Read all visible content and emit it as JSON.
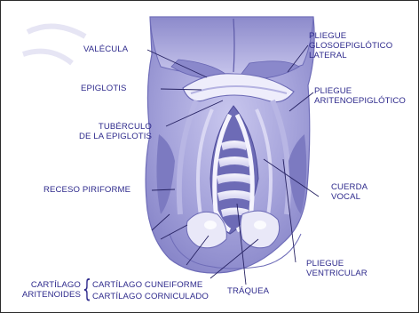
{
  "labels": {
    "valecula": "VALÉCULA",
    "epiglotis": "EPIGLOTIS",
    "tuberculo": [
      "TUBÉRCULO",
      "DE LA EPIGLOTIS"
    ],
    "receso_piriforme": "RECESO PIRIFORME",
    "pliegue_glosoepiglotico": [
      "PLIEGUE",
      "GLOSOEPIGLÓTICO",
      "LATERAL"
    ],
    "pliegue_aritenoepiglotico": [
      "PLIEGUE",
      "ARITENOEPIGLÓTICO"
    ],
    "cuerda_vocal": [
      "CUERDA",
      "VOCAL"
    ],
    "pliegue_ventricular": [
      "PLIEGUE",
      "VENTRICULAR"
    ],
    "traquea": "TRÁQUEA",
    "cartilago_aritenoides": [
      "CARTÍLAGO",
      "ARITENOIDES"
    ],
    "cartilago_cuneiforme": "CARTÍLAGO CUNEIFORME",
    "cartilago_corniculado": "CARTÍLAGO CORNICULADO"
  },
  "colors": {
    "ink": "#2e2a8c",
    "tissue_dark": "#7a78bf",
    "tissue_mid": "#a9a7dc",
    "tissue_light": "#dcdaf4",
    "tissue_highlight": "#f3f2fc"
  }
}
